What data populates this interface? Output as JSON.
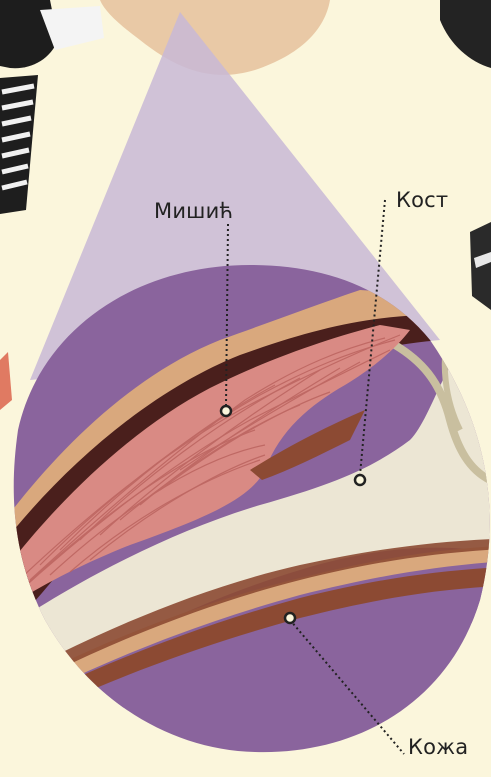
{
  "labels": {
    "muscle": "Мишић",
    "bone": "Кост",
    "skin": "Кожа"
  },
  "colors": {
    "background": "#fbf6dc",
    "lens_circle": "#8a649d",
    "magnifier_beam": "#c8b8d6",
    "muscle": "#d98a84",
    "muscle_fiber": "#b9615d",
    "bone": "#ece6d4",
    "bone_edge": "#c9bf9f",
    "skin": "#d9a87d",
    "dark_tissue": "#8c4a33",
    "outer_dark": "#4a1f1c"
  }
}
